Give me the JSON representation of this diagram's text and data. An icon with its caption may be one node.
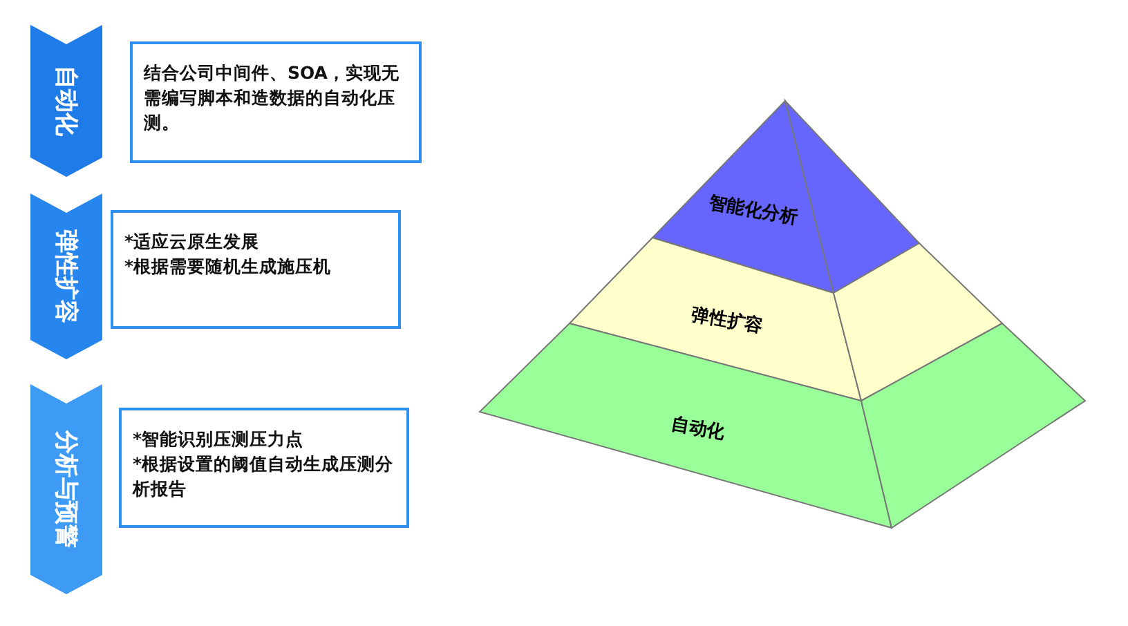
{
  "diagram": {
    "nodes": [
      {
        "text": [
          "自动化"
        ]
      },
      {
        "text": [
          "结合公司中间件、SOA，实现无需编写脚本和造数据的自动化压测。"
        ]
      },
      {
        "text": [
          "弹性扩容"
        ]
      },
      {
        "text": [
          "*适应云原生发展",
          "*根据需要随机生成施压机"
        ]
      },
      {
        "text": [
          "分析与预警"
        ]
      },
      {
        "text": [
          "*智能识别压测压力点",
          "*根据设置的阈值自动生成压测分析报告"
        ]
      },
      {
        "text": [
          "智能化分析"
        ]
      },
      {
        "text": [
          "弹性扩容"
        ]
      },
      {
        "text": [
          "自动化"
        ]
      }
    ]
  }
}
